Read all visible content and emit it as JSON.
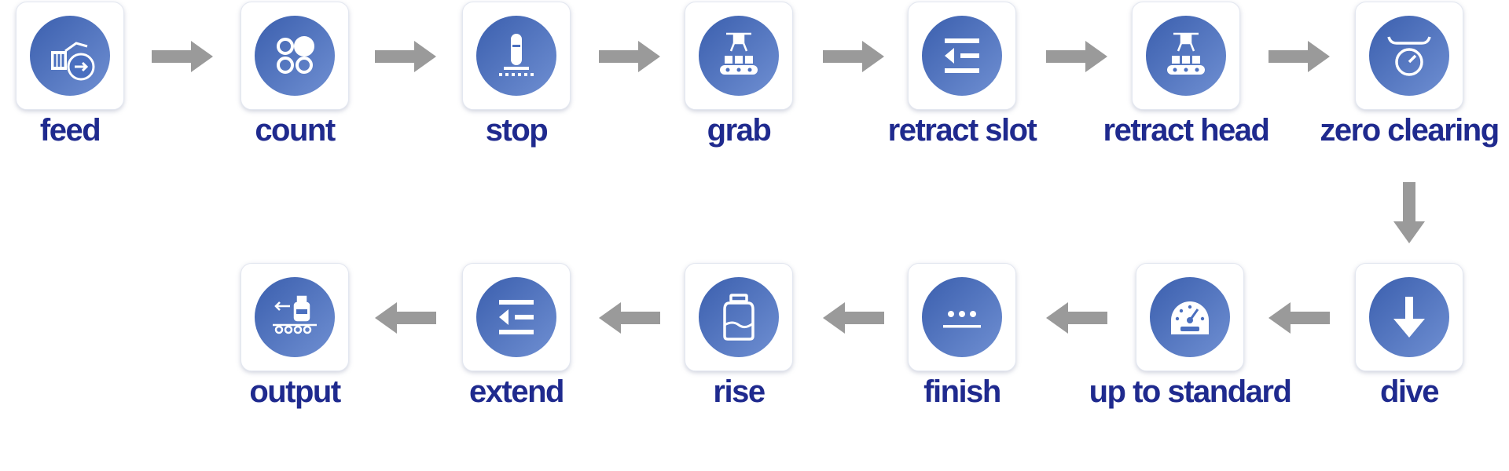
{
  "steps": [
    {
      "label": "feed",
      "icon": "feed-icon"
    },
    {
      "label": "count",
      "icon": "count-icon"
    },
    {
      "label": "stop",
      "icon": "stop-icon"
    },
    {
      "label": "grab",
      "icon": "grab-icon"
    },
    {
      "label": "retract slot",
      "icon": "retract-slot-icon"
    },
    {
      "label": "retract head",
      "icon": "retract-head-icon"
    },
    {
      "label": "zero clearing",
      "icon": "scale-icon"
    },
    {
      "label": "dive",
      "icon": "down-arrow-icon"
    },
    {
      "label": "up to standard",
      "icon": "gauge-icon"
    },
    {
      "label": "finish",
      "icon": "finish-icon"
    },
    {
      "label": "rise",
      "icon": "bottle-icon"
    },
    {
      "label": "extend",
      "icon": "extend-icon"
    },
    {
      "label": "output",
      "icon": "output-icon"
    }
  ],
  "colors": {
    "tile_circle": "#4a6fbf",
    "label": "#1f2a8e",
    "arrow": "#9a9a9a"
  }
}
